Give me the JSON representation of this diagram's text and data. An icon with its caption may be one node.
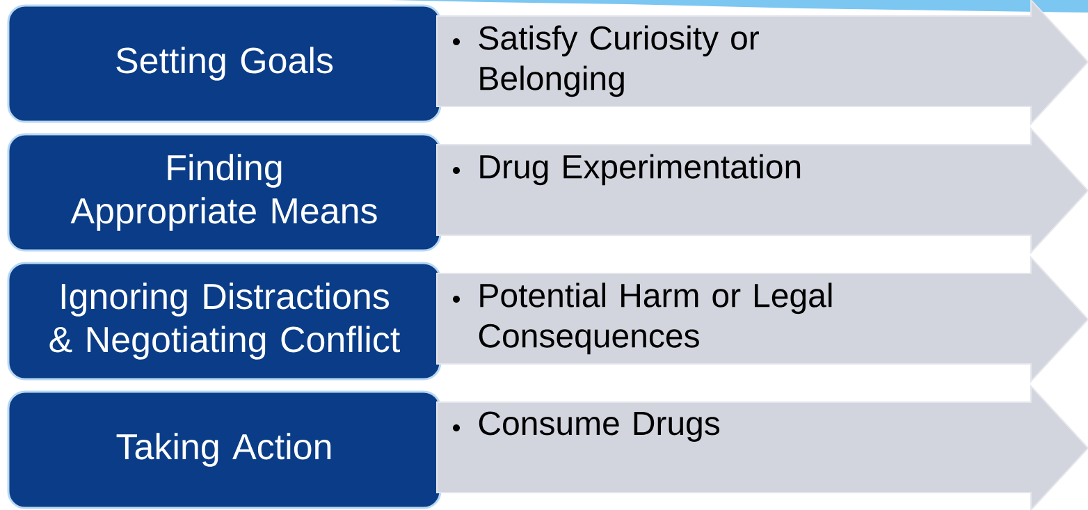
{
  "diagram": {
    "nodes": [
      {
        "text": [
          "Setting Goals"
        ]
      },
      {
        "text": [
          "Satisfy Curiosity or Belonging"
        ]
      },
      {
        "text": [
          "Finding Appropriate Means"
        ]
      },
      {
        "text": [
          "Drug Experimentation"
        ]
      },
      {
        "text": [
          "Ignoring Distractions & Negotiating Conflict"
        ]
      },
      {
        "text": [
          "Potential Harm or Legal Consequences"
        ]
      },
      {
        "text": [
          "Taking Action"
        ]
      },
      {
        "text": [
          "Consume Drugs"
        ]
      }
    ]
  }
}
